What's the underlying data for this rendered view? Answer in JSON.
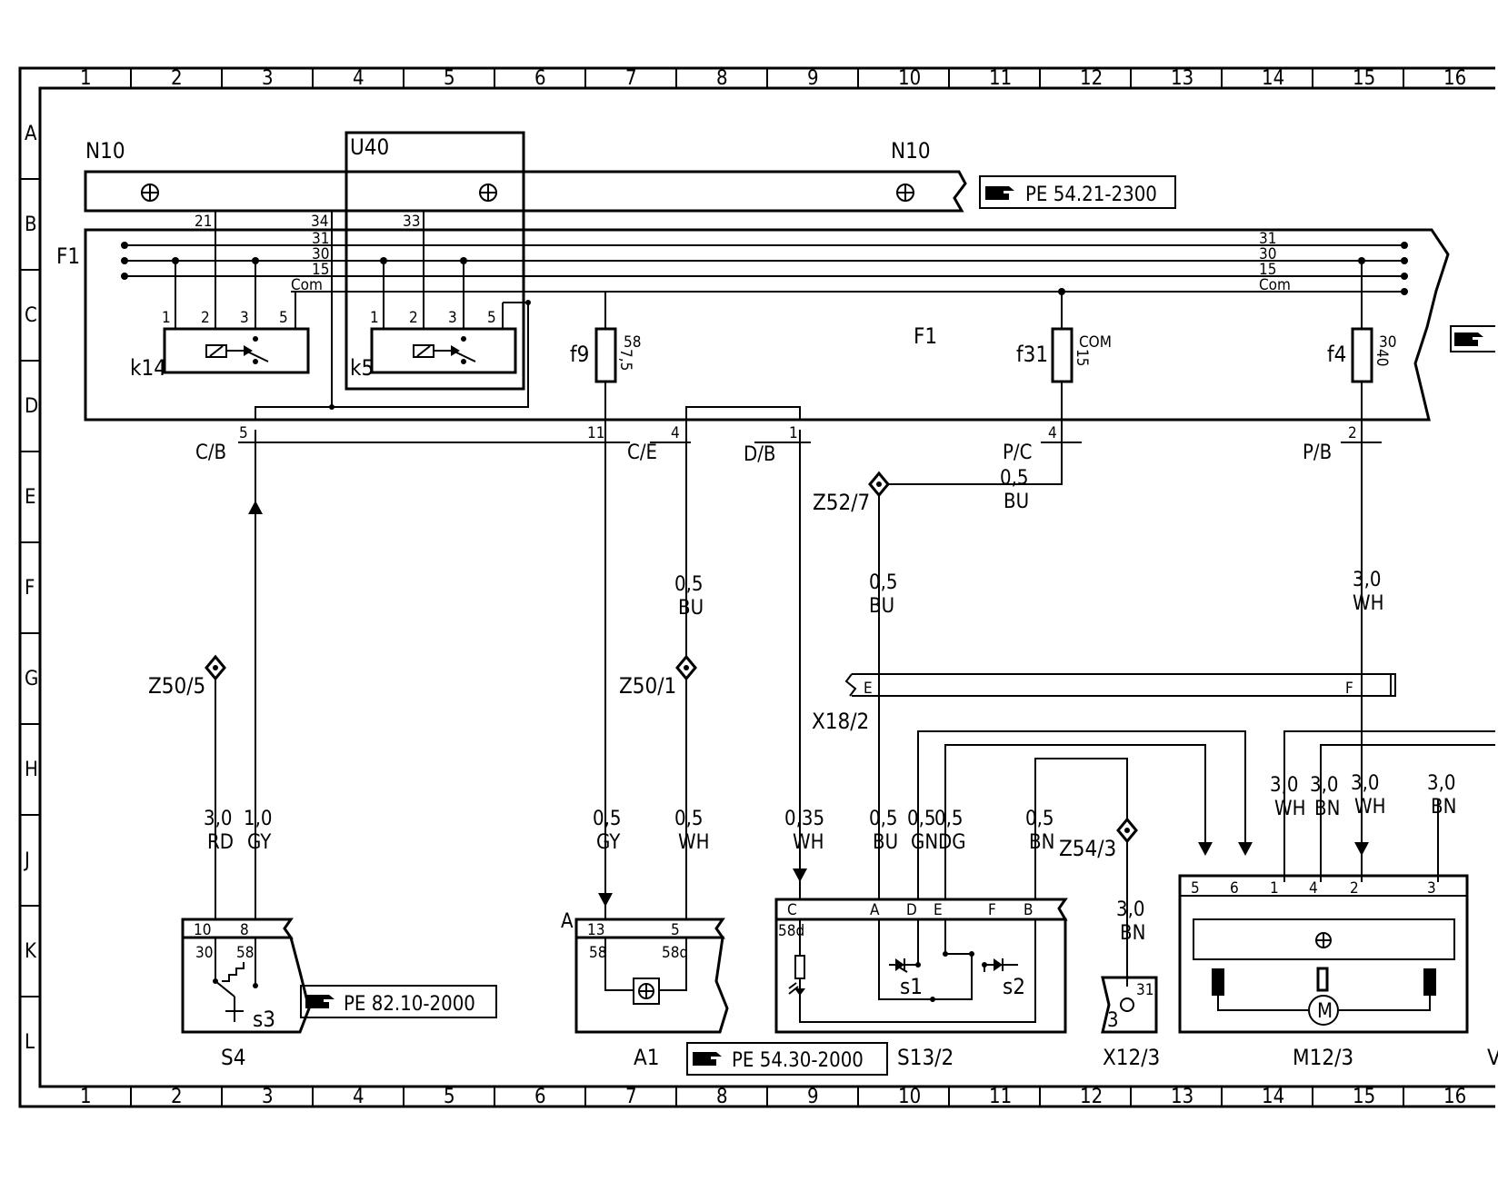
{
  "grid": {
    "columns": [
      "1",
      "2",
      "3",
      "4",
      "5",
      "6",
      "7",
      "8",
      "9",
      "10",
      "11",
      "12",
      "13",
      "14",
      "15",
      "16"
    ],
    "rows": [
      "A",
      "B",
      "C",
      "D",
      "E",
      "F",
      "G",
      "H",
      "J",
      "K",
      "L"
    ]
  },
  "bus": {
    "n10_left": "N10",
    "n10_right": "N10",
    "u40": "U40",
    "f1_left": "F1",
    "f1_center": "F1",
    "line_labels": [
      "31",
      "30",
      "15",
      "Com"
    ],
    "line_labels_right": [
      "31",
      "30",
      "15",
      "Com"
    ]
  },
  "refs": {
    "pe_top": "PE  54.21-2300",
    "pe_s4": "PE  82.10-2000",
    "pe_a1": "PE  54.30-2000"
  },
  "pins": {
    "n10_21": "21",
    "n10_34": "34",
    "n10_33": "33",
    "k14_1": "1",
    "k14_2": "2",
    "k14_3": "3",
    "k14_5": "5",
    "k5_1": "1",
    "k5_2": "2",
    "k5_3": "3",
    "k5_5": "5",
    "conn_5": "5",
    "conn_11": "11",
    "conn_4": "4",
    "conn_1": "1",
    "conn_4b": "4",
    "conn_2": "2",
    "x18_e": "E",
    "x18_f": "F",
    "s4_10": "10",
    "s4_8": "8",
    "s4_30": "30",
    "s4_58": "58",
    "a1_13": "13",
    "a1_5": "5",
    "a1_58": "58",
    "a1_58d": "58d",
    "a1_A": "A",
    "s13_c": "C",
    "s13_a": "A",
    "s13_d": "D",
    "s13_e": "E",
    "s13_f": "F",
    "s13_b": "B",
    "s13_58d": "58d",
    "x12_31": "31",
    "x12_3": "3",
    "m12_5": "5",
    "m12_6": "6",
    "m12_1": "1",
    "m12_4": "4",
    "m12_2": "2",
    "m12_3": "3"
  },
  "components": {
    "k14": "k14",
    "k5": "k5",
    "f9": "f9",
    "f9_val": "7,5",
    "f9_term": "58",
    "f31": "f31",
    "f31_val": "15",
    "f31_term": "COM",
    "f4": "f4",
    "f4_val": "40",
    "f4_term": "30",
    "s3": "s3",
    "s1": "s1",
    "s2": "s2",
    "motor": "M"
  },
  "connectors": {
    "cb": "C/B",
    "ce": "C/E",
    "db": "D/B",
    "pc": "P/C",
    "pb": "P/B",
    "z52": "Z52/7",
    "z50_5": "Z50/5",
    "z50_1": "Z50/1",
    "x18": "X18/2",
    "z54": "Z54/3"
  },
  "wires": {
    "z52_size": "0,5",
    "z52_color": "BU",
    "d_size": "0,5",
    "d_color": "BU",
    "pb_size": "3,0",
    "pb_color": "WH",
    "ce_size": "0,5",
    "ce_color": "BU",
    "s4a_size": "3,0",
    "s4a_color": "RD",
    "s4b_size": "1,0",
    "s4b_color": "GY",
    "a1a_size": "0,5",
    "a1a_color": "GY",
    "a1b_size": "0,5",
    "a1b_color": "WH",
    "s13c_size": "0,35",
    "s13c_color": "WH",
    "s13a_size": "0,5",
    "s13a_color": "BU",
    "s13d_size": "0,5",
    "s13d_color": "GN",
    "s13e_size": "0,5",
    "s13e_color": "DG",
    "s13b_size": "0,5",
    "s13b_color": "BN",
    "x12_size": "3,0",
    "x12_color": "BN",
    "m1_size": "3,0",
    "m1_color": "WH",
    "m4_size": "3,0",
    "m4_color": "BN",
    "m2_size": "3,0",
    "m2_color": "WH",
    "m3_size": "3,0",
    "m3_color": "BN"
  },
  "bottom_labels": {
    "s4": "S4",
    "a1": "A1",
    "s13": "S13/2",
    "x12": "X12/3",
    "m12": "M12/3",
    "cut": "V"
  }
}
